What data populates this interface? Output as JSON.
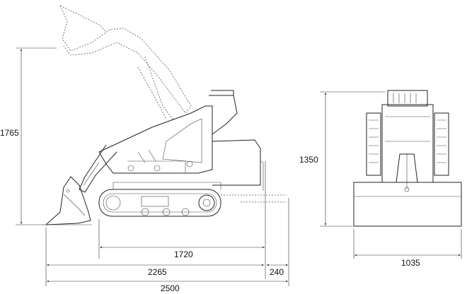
{
  "title_views": [
    "side-view",
    "front-view"
  ],
  "dimensions": {
    "overall_height_raised": "1765",
    "machine_height": "1350",
    "track_length": "1720",
    "length_to_rear": "2265",
    "rear_overhang": "240",
    "overall_length": "2500",
    "overall_width": "1035"
  }
}
